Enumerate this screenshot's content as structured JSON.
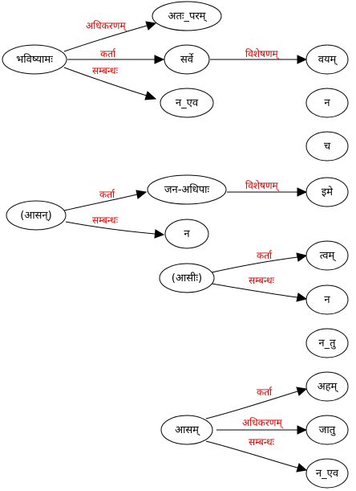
{
  "colors": {
    "edge_label": "#e00000",
    "stroke": "#000000",
    "background": "#ffffff"
  },
  "nodes": {
    "bhavishyamah": "भविष्यामः",
    "atah_param": "अतः_परम्",
    "sarve": "सर्वे",
    "na_eva_1": "न_एव",
    "vayam": "वयम्",
    "na_1": "न",
    "cha": "च",
    "asan": "(आसन्)",
    "jana_adhipah": "जन-अधिपाः",
    "na_2": "न",
    "ime": "इमे",
    "asih": "(आसीः)",
    "tvam": "त्वम्",
    "na_3": "न",
    "na_tu": "न_तु",
    "asam": "आसम्",
    "aham": "अहम्",
    "jatu": "जातु",
    "na_eva_2": "न_एव"
  },
  "edge_labels": {
    "adhikaranam": "अधिकरणम्",
    "karta": "कर्ता",
    "sambandhah": "सम्बन्धः",
    "visheshanam": "विशेषणम्"
  }
}
